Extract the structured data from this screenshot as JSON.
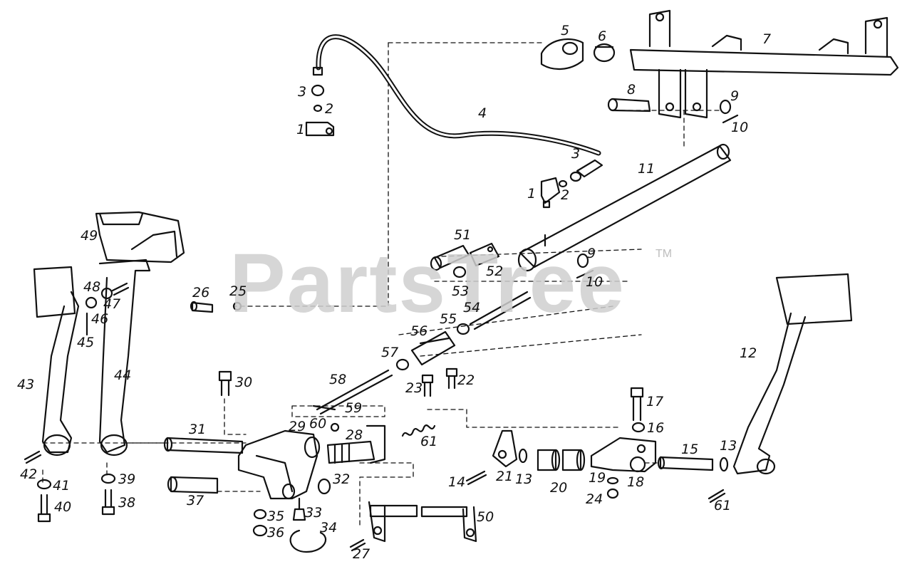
{
  "watermark": {
    "text": "PartsTree",
    "trademark": "TM"
  },
  "callouts": [
    {
      "id": "c1a",
      "label": "1"
    },
    {
      "id": "c2a",
      "label": "2"
    },
    {
      "id": "c3a",
      "label": "3"
    },
    {
      "id": "c4",
      "label": "4"
    },
    {
      "id": "c5",
      "label": "5"
    },
    {
      "id": "c6",
      "label": "6"
    },
    {
      "id": "c7",
      "label": "7"
    },
    {
      "id": "c8",
      "label": "8"
    },
    {
      "id": "c9a",
      "label": "9"
    },
    {
      "id": "c10a",
      "label": "10"
    },
    {
      "id": "c3b",
      "label": "3"
    },
    {
      "id": "c11",
      "label": "11"
    },
    {
      "id": "c1b",
      "label": "1"
    },
    {
      "id": "c2b",
      "label": "2"
    },
    {
      "id": "c49",
      "label": "49"
    },
    {
      "id": "c51",
      "label": "51"
    },
    {
      "id": "c52",
      "label": "52"
    },
    {
      "id": "c9b",
      "label": "9"
    },
    {
      "id": "c10b",
      "label": "10"
    },
    {
      "id": "c53",
      "label": "53"
    },
    {
      "id": "c48",
      "label": "48"
    },
    {
      "id": "c47",
      "label": "47"
    },
    {
      "id": "c46",
      "label": "46"
    },
    {
      "id": "c45",
      "label": "45"
    },
    {
      "id": "c26",
      "label": "26"
    },
    {
      "id": "c25",
      "label": "25"
    },
    {
      "id": "c54",
      "label": "54"
    },
    {
      "id": "c55",
      "label": "55"
    },
    {
      "id": "c56",
      "label": "56"
    },
    {
      "id": "c57",
      "label": "57"
    },
    {
      "id": "c12",
      "label": "12"
    },
    {
      "id": "c43",
      "label": "43"
    },
    {
      "id": "c44",
      "label": "44"
    },
    {
      "id": "c30",
      "label": "30"
    },
    {
      "id": "c58",
      "label": "58"
    },
    {
      "id": "c23",
      "label": "23"
    },
    {
      "id": "c22",
      "label": "22"
    },
    {
      "id": "c17",
      "label": "17"
    },
    {
      "id": "c59",
      "label": "59"
    },
    {
      "id": "c29",
      "label": "29"
    },
    {
      "id": "c60",
      "label": "60"
    },
    {
      "id": "c31",
      "label": "31"
    },
    {
      "id": "c28",
      "label": "28"
    },
    {
      "id": "c61a",
      "label": "61"
    },
    {
      "id": "c16",
      "label": "16"
    },
    {
      "id": "c15",
      "label": "15"
    },
    {
      "id": "c13a",
      "label": "13"
    },
    {
      "id": "c42",
      "label": "42"
    },
    {
      "id": "c41",
      "label": "41"
    },
    {
      "id": "c39",
      "label": "39"
    },
    {
      "id": "c32",
      "label": "32"
    },
    {
      "id": "c21",
      "label": "21"
    },
    {
      "id": "c13b",
      "label": "13"
    },
    {
      "id": "c14",
      "label": "14"
    },
    {
      "id": "c20",
      "label": "20"
    },
    {
      "id": "c19",
      "label": "19"
    },
    {
      "id": "c18",
      "label": "18"
    },
    {
      "id": "c40",
      "label": "40"
    },
    {
      "id": "c38",
      "label": "38"
    },
    {
      "id": "c37",
      "label": "37"
    },
    {
      "id": "c24",
      "label": "24"
    },
    {
      "id": "c61b",
      "label": "61"
    },
    {
      "id": "c35",
      "label": "35"
    },
    {
      "id": "c33",
      "label": "33"
    },
    {
      "id": "c50",
      "label": "50"
    },
    {
      "id": "c36",
      "label": "36"
    },
    {
      "id": "c34",
      "label": "34"
    },
    {
      "id": "c27",
      "label": "27"
    }
  ]
}
